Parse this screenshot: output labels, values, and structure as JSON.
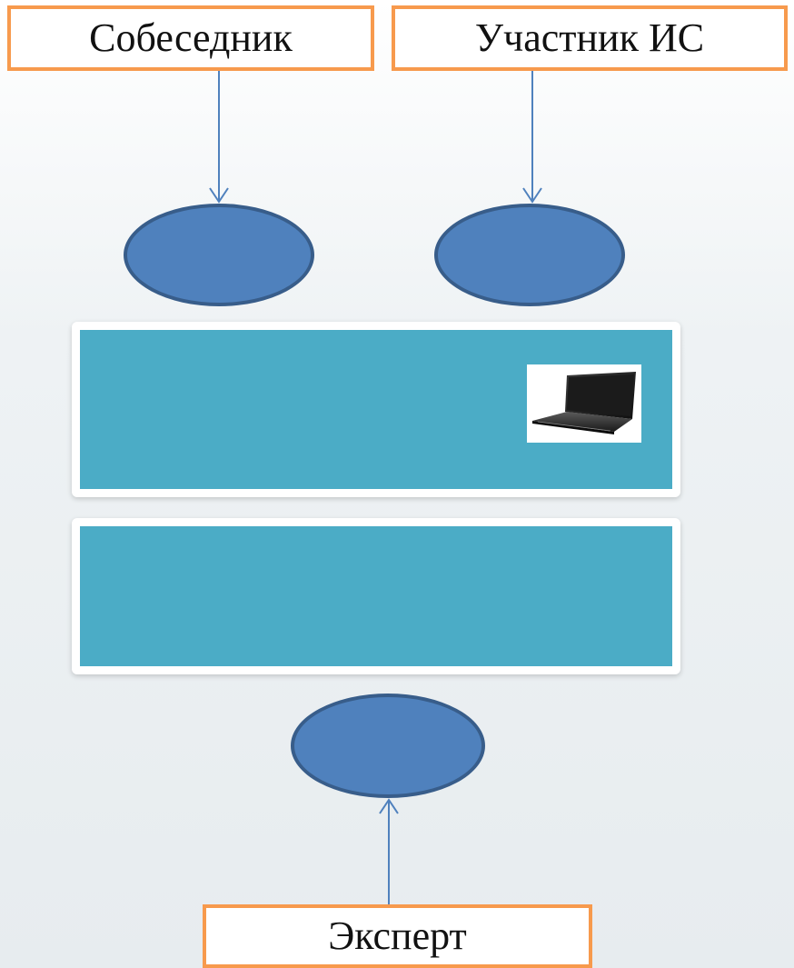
{
  "labels": {
    "top_left": "Собеседник",
    "top_right": "Участник ИС",
    "bottom": "Эксперт"
  },
  "colors": {
    "label_border": "#f79a4d",
    "ellipse_fill": "#4f81bd",
    "ellipse_stroke": "#385d8a",
    "panel_fill": "#4bacc6",
    "connector": "#4f81bd"
  },
  "icons": {
    "panel_image": "laptop-icon"
  }
}
